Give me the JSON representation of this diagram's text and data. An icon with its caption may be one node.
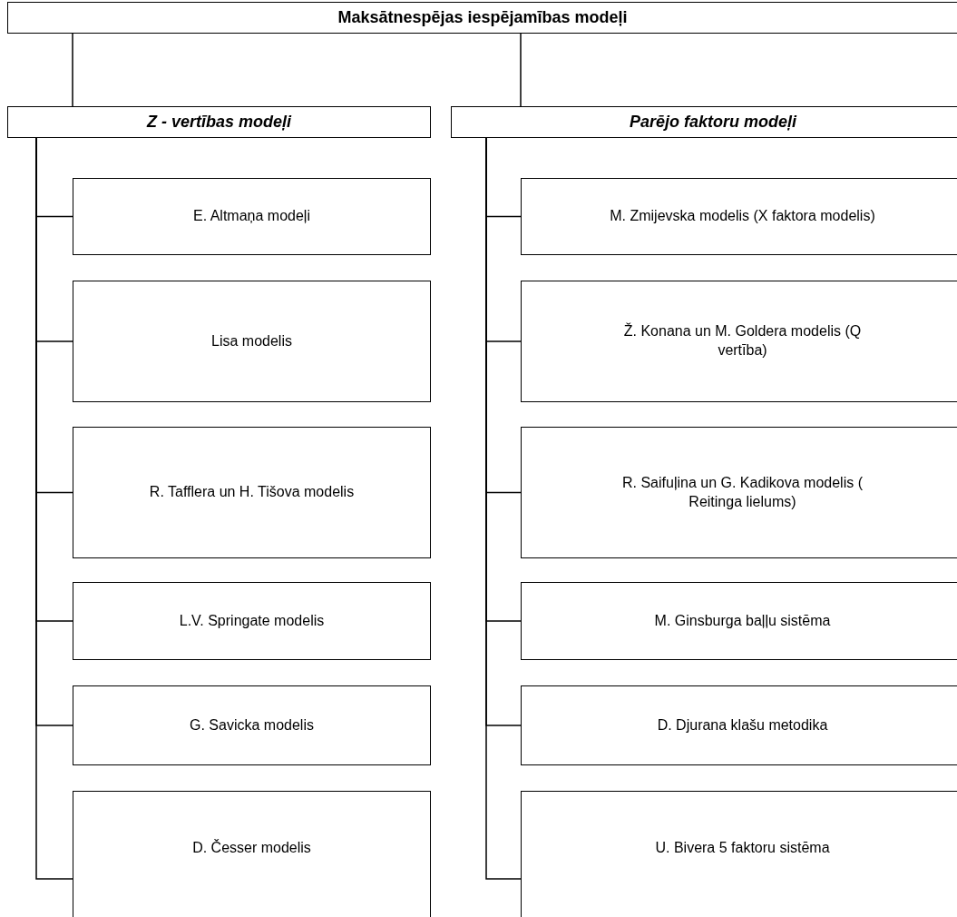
{
  "diagram": {
    "nodes": [
      {
        "text": [
          "Maksātnespējas iespējamības modeļi"
        ]
      },
      {
        "text": [
          "Z - vertības modeļi"
        ]
      },
      {
        "text": [
          "E. Altmaņa modeļi"
        ]
      },
      {
        "text": [
          "Lisa modelis"
        ]
      },
      {
        "text": [
          "R. Tafflera un H. Tišova modelis"
        ]
      },
      {
        "text": [
          "L.V. Springate modelis"
        ]
      },
      {
        "text": [
          "G. Savicka modelis"
        ]
      },
      {
        "text": [
          "D. Česser modelis"
        ]
      },
      {
        "text": [
          "Parējo faktoru modeļi"
        ]
      },
      {
        "text": [
          "M. Zmijevska modelis (X faktora modelis)"
        ]
      },
      {
        "text": [
          "Ž. Konana un M. Goldera modelis (Q vertība)"
        ]
      },
      {
        "text": [
          "R. Saifuļina un G. Kadikova modelis ( Reitinga lielums)"
        ]
      },
      {
        "text": [
          "M. Ginsburga baļļu sistēma"
        ]
      },
      {
        "text": [
          "D. Djurana klašu metodika"
        ]
      },
      {
        "text": [
          "U. Bivera 5 faktoru sistēma"
        ]
      }
    ],
    "edges": [
      {
        "from": 0,
        "to": 1,
        "arrow": "none"
      },
      {
        "from": 0,
        "to": 8,
        "arrow": "none"
      },
      {
        "from": 1,
        "to": 2,
        "arrow": "none"
      },
      {
        "from": 1,
        "to": 3,
        "arrow": "none"
      },
      {
        "from": 1,
        "to": 4,
        "arrow": "none"
      },
      {
        "from": 1,
        "to": 5,
        "arrow": "none"
      },
      {
        "from": 1,
        "to": 6,
        "arrow": "none"
      },
      {
        "from": 1,
        "to": 7,
        "arrow": "none"
      },
      {
        "from": 8,
        "to": 9,
        "arrow": "none"
      },
      {
        "from": 8,
        "to": 10,
        "arrow": "none"
      },
      {
        "from": 8,
        "to": 11,
        "arrow": "none"
      },
      {
        "from": 8,
        "to": 12,
        "arrow": "none"
      },
      {
        "from": 8,
        "to": 13,
        "arrow": "none"
      },
      {
        "from": 8,
        "to": 14,
        "arrow": "none"
      }
    ]
  }
}
